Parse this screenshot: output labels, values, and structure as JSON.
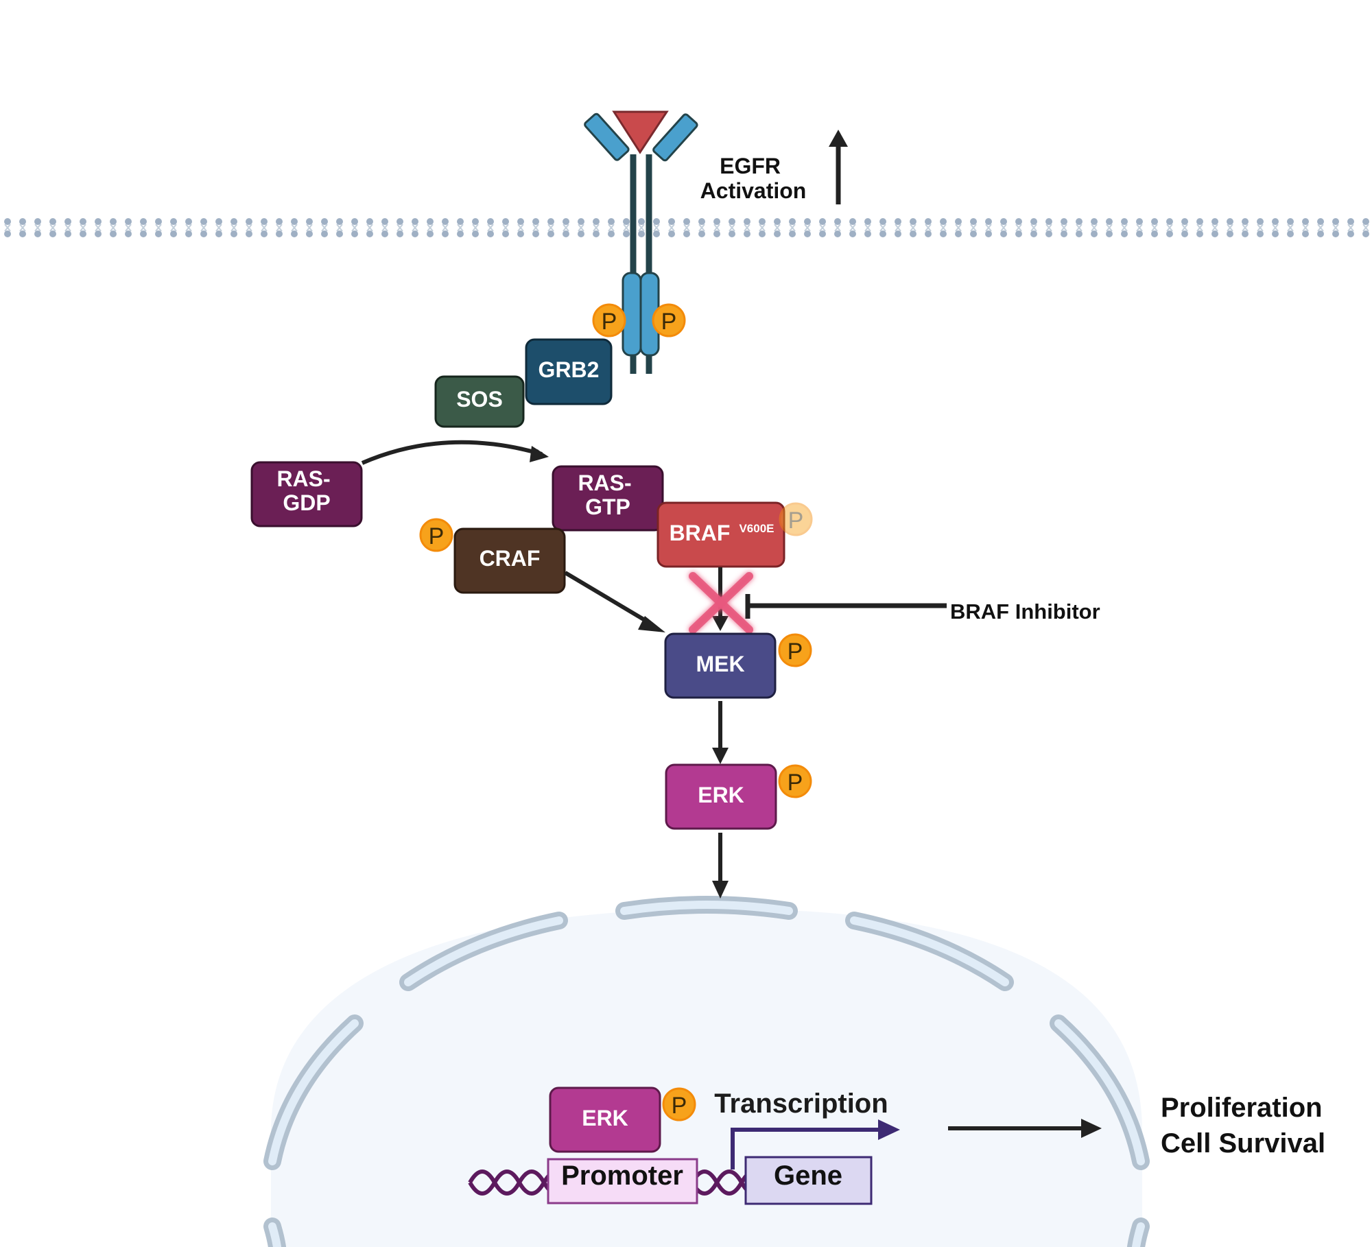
{
  "labels": {
    "egfr_activation": [
      "EGFR",
      "Activation"
    ],
    "braf_inhibitor": "BRAF Inhibitor",
    "transcription": "Transcription",
    "outcome": [
      "Proliferation",
      "Cell Survival"
    ],
    "promoter": "Promoter",
    "gene": "Gene",
    "phospho": "P"
  },
  "proteins": {
    "grb2": "GRB2",
    "sos": "SOS",
    "ras_gdp": [
      "RAS-",
      "GDP"
    ],
    "ras_gtp": [
      "RAS-",
      "GTP"
    ],
    "craf": "CRAF",
    "braf": "BRAF",
    "braf_mutation": "V600E",
    "mek": "MEK",
    "erk": "ERK",
    "erk_nucleus": "ERK"
  },
  "colors": {
    "grb2": "#1d4e6b",
    "sos": "#3b5a48",
    "ras": "#6b1f55",
    "craf": "#4f3424",
    "braf": "#c94a4c",
    "mek": "#4a4b88",
    "erk": "#b33a91",
    "phospho": "#f7a21b",
    "receptor": "#4aa0cd",
    "ligand": "#c94a4c",
    "inhibition_cross": "#e8587e",
    "promoter_fill": "#f6dcf7",
    "gene_fill": "#dcd8f2",
    "dna": "#5c1a5e",
    "transcription_arrow": "#3d2a73"
  }
}
